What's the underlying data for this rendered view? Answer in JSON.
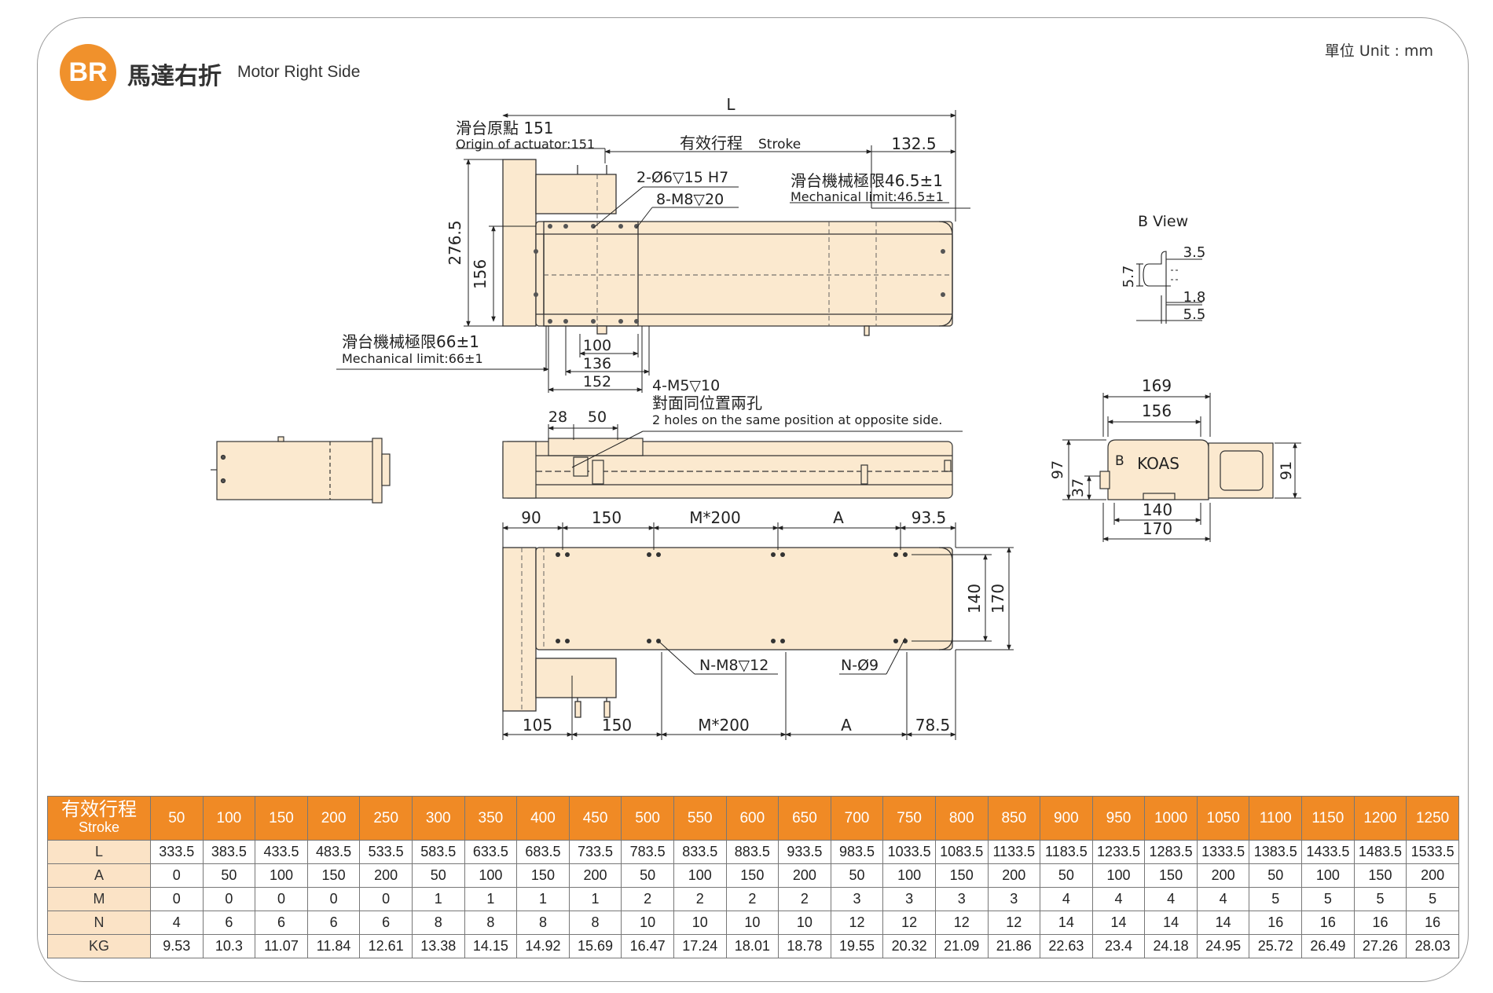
{
  "header": {
    "badge": "BR",
    "title_cn": "馬達右折",
    "title_en": "Motor Right Side",
    "unit": "單位 Unit : mm"
  },
  "drawing": {
    "dim_L": "L",
    "origin_cn": "滑台原點 151",
    "origin_en": "Origin of actuator:151",
    "stroke_cn": "有效行程",
    "stroke_en": "Stroke",
    "dim_132_5": "132.5",
    "hole_1": "2-Ø6▽15 H7",
    "hole_2": "8-M8▽20",
    "mech_right_cn": "滑台機械極限46.5±1",
    "mech_right_en": "Mechanical limit:46.5±1",
    "dim_276_5": "276.5",
    "dim_156_v": "156",
    "mech_left_cn": "滑台機械極限66±1",
    "mech_left_en": "Mechanical limit:66±1",
    "dim_100": "100",
    "dim_136": "136",
    "dim_152": "152",
    "hole_3": "4-M5▽10",
    "opposite_cn": "對面同位置兩孔",
    "opposite_en": "2 holes on the same position at opposite side.",
    "dim_28": "28",
    "dim_50": "50",
    "bview": "B View",
    "dim_3_5": "3.5",
    "dim_5_7": "5.7",
    "dim_1_8": "1.8",
    "dim_5_5": "5.5",
    "dim_169": "169",
    "dim_156_h": "156",
    "dim_97": "97",
    "dim_37": "37",
    "dim_91": "91",
    "dim_140_h": "140",
    "dim_170_h": "170",
    "b_mark": "B",
    "logo": "KOAS",
    "top_dims": [
      "90",
      "150",
      "M*200",
      "A",
      "93.5"
    ],
    "dim_140_v": "140",
    "dim_170_v": "170",
    "hole_n_m8": "N-M8▽12",
    "hole_n_9": "N-Ø9",
    "bottom_dims": [
      "105",
      "150",
      "M*200",
      "A",
      "78.5"
    ]
  },
  "table": {
    "head_cn": "有效行程",
    "head_en": "Stroke",
    "strokes": [
      "50",
      "100",
      "150",
      "200",
      "250",
      "300",
      "350",
      "400",
      "450",
      "500",
      "550",
      "600",
      "650",
      "700",
      "750",
      "800",
      "850",
      "900",
      "950",
      "1000",
      "1050",
      "1100",
      "1150",
      "1200",
      "1250"
    ],
    "rows": [
      {
        "label": "L",
        "values": [
          "333.5",
          "383.5",
          "433.5",
          "483.5",
          "533.5",
          "583.5",
          "633.5",
          "683.5",
          "733.5",
          "783.5",
          "833.5",
          "883.5",
          "933.5",
          "983.5",
          "1033.5",
          "1083.5",
          "1133.5",
          "1183.5",
          "1233.5",
          "1283.5",
          "1333.5",
          "1383.5",
          "1433.5",
          "1483.5",
          "1533.5"
        ]
      },
      {
        "label": "A",
        "values": [
          "0",
          "50",
          "100",
          "150",
          "200",
          "50",
          "100",
          "150",
          "200",
          "50",
          "100",
          "150",
          "200",
          "50",
          "100",
          "150",
          "200",
          "50",
          "100",
          "150",
          "200",
          "50",
          "100",
          "150",
          "200"
        ]
      },
      {
        "label": "M",
        "values": [
          "0",
          "0",
          "0",
          "0",
          "0",
          "1",
          "1",
          "1",
          "1",
          "2",
          "2",
          "2",
          "2",
          "3",
          "3",
          "3",
          "3",
          "4",
          "4",
          "4",
          "4",
          "5",
          "5",
          "5",
          "5"
        ]
      },
      {
        "label": "N",
        "values": [
          "4",
          "6",
          "6",
          "6",
          "6",
          "8",
          "8",
          "8",
          "8",
          "10",
          "10",
          "10",
          "10",
          "12",
          "12",
          "12",
          "12",
          "14",
          "14",
          "14",
          "14",
          "16",
          "16",
          "16",
          "16"
        ]
      },
      {
        "label": "KG",
        "values": [
          "9.53",
          "10.3",
          "11.07",
          "11.84",
          "12.61",
          "13.38",
          "14.15",
          "14.92",
          "15.69",
          "16.47",
          "17.24",
          "18.01",
          "18.78",
          "19.55",
          "20.32",
          "21.09",
          "21.86",
          "22.63",
          "23.4",
          "24.18",
          "24.95",
          "25.72",
          "26.49",
          "27.26",
          "28.03"
        ]
      }
    ]
  },
  "colors": {
    "accent": "#f08a25",
    "body_fill": "#fbe9cf",
    "row_label_fill": "#fbe3c6",
    "blue": "#2a8ad8"
  }
}
